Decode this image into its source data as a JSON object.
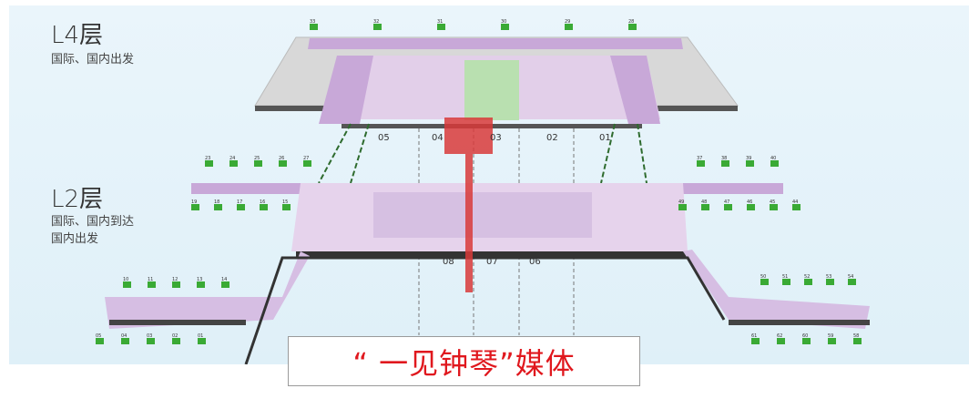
{
  "floors": {
    "l4": {
      "title": "L4层",
      "subtitle": "国际、国内出发"
    },
    "l2": {
      "title": "L2层",
      "subtitle_line1": "国际、国内到达",
      "subtitle_line2": "国内出发"
    }
  },
  "zones_l4": [
    "05",
    "04",
    "03",
    "02",
    "01"
  ],
  "zones_l2": [
    "08",
    "07",
    "06"
  ],
  "gates_top_l4": [
    "33",
    "32",
    "31",
    "30",
    "29",
    "28"
  ],
  "gates_left_l2": [
    "23",
    "24",
    "25",
    "26",
    "27",
    "19",
    "18",
    "17",
    "16",
    "15"
  ],
  "gates_right_l2": [
    "37",
    "38",
    "39",
    "40",
    "49",
    "48",
    "47",
    "46",
    "45",
    "44"
  ],
  "gates_left_low": [
    "10",
    "11",
    "12",
    "13",
    "14",
    "05",
    "04",
    "03",
    "02",
    "01"
  ],
  "gates_right_low": [
    "50",
    "51",
    "52",
    "53",
    "54",
    "61",
    "62",
    "60",
    "59",
    "58"
  ],
  "caption": "“ 一见钟琴”媒体",
  "colors": {
    "highlight": "#d83a3a",
    "concourse": "#c8a8d8",
    "gate": "#3aaa35",
    "caption": "#e0181e"
  }
}
